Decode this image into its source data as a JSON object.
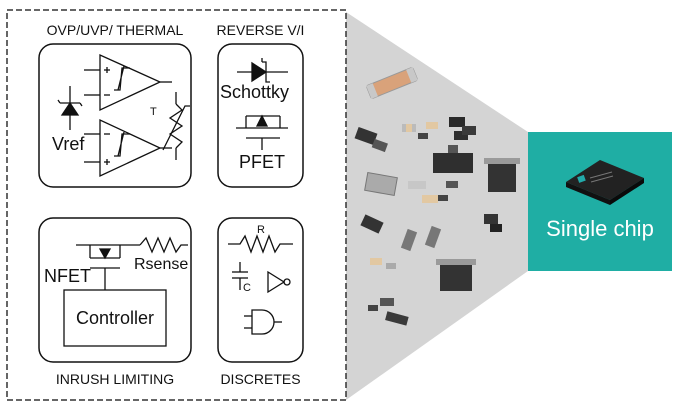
{
  "sections": {
    "protection": {
      "title": "OVP/UVP/ THERMAL",
      "vref": "Vref",
      "t": "T"
    },
    "reverse": {
      "title": "REVERSE V/I",
      "schottky": "Schottky",
      "pfet": "PFET"
    },
    "inrush": {
      "title": "INRUSH LIMITING",
      "nfet": "NFET",
      "rsense": "Rsense",
      "controller": "Controller"
    },
    "discretes": {
      "title": "DISCRETES",
      "r": "R",
      "c": "C"
    }
  },
  "chip": {
    "label": "Single chip"
  },
  "colors": {
    "chip_bg": "#1faea4",
    "funnel": "#d2d2d2",
    "line": "#111111"
  }
}
